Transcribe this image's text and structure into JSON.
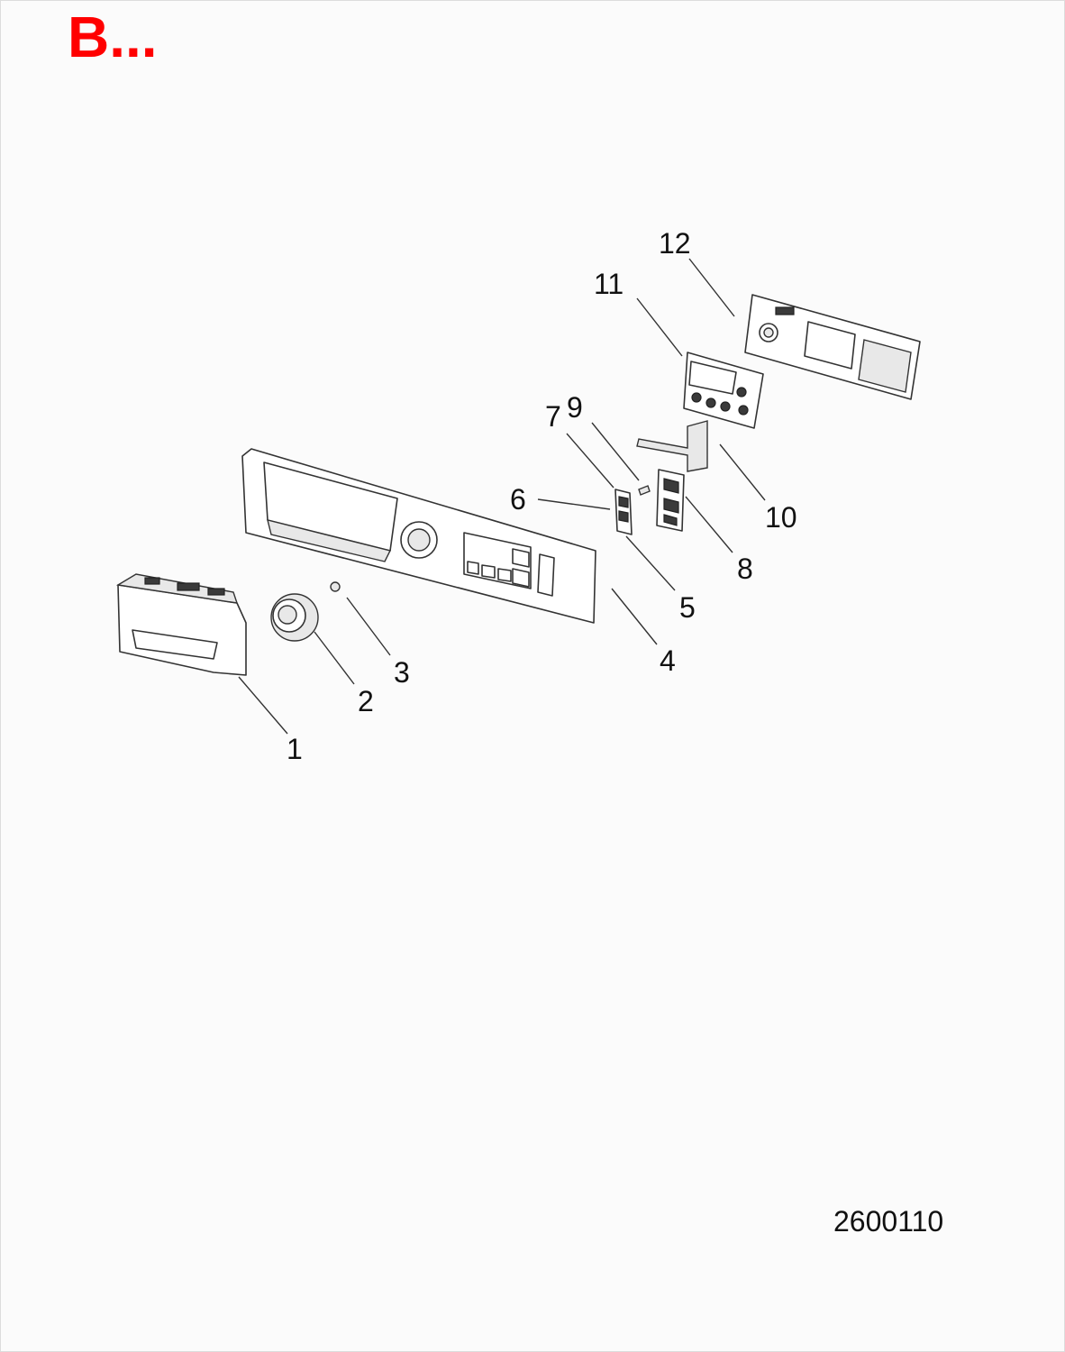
{
  "sheet_title": "B...",
  "drawing_number": "2600110",
  "callouts": [
    {
      "id": "1",
      "label": "1"
    },
    {
      "id": "2",
      "label": "2"
    },
    {
      "id": "3",
      "label": "3"
    },
    {
      "id": "4",
      "label": "4"
    },
    {
      "id": "5",
      "label": "5"
    },
    {
      "id": "6",
      "label": "6"
    },
    {
      "id": "7",
      "label": "7"
    },
    {
      "id": "8",
      "label": "8"
    },
    {
      "id": "9",
      "label": "9"
    },
    {
      "id": "10",
      "label": "10"
    },
    {
      "id": "11",
      "label": "11"
    },
    {
      "id": "12",
      "label": "12"
    }
  ],
  "colors": {
    "title": "#ff0000",
    "line": "#333333",
    "text": "#111111"
  }
}
